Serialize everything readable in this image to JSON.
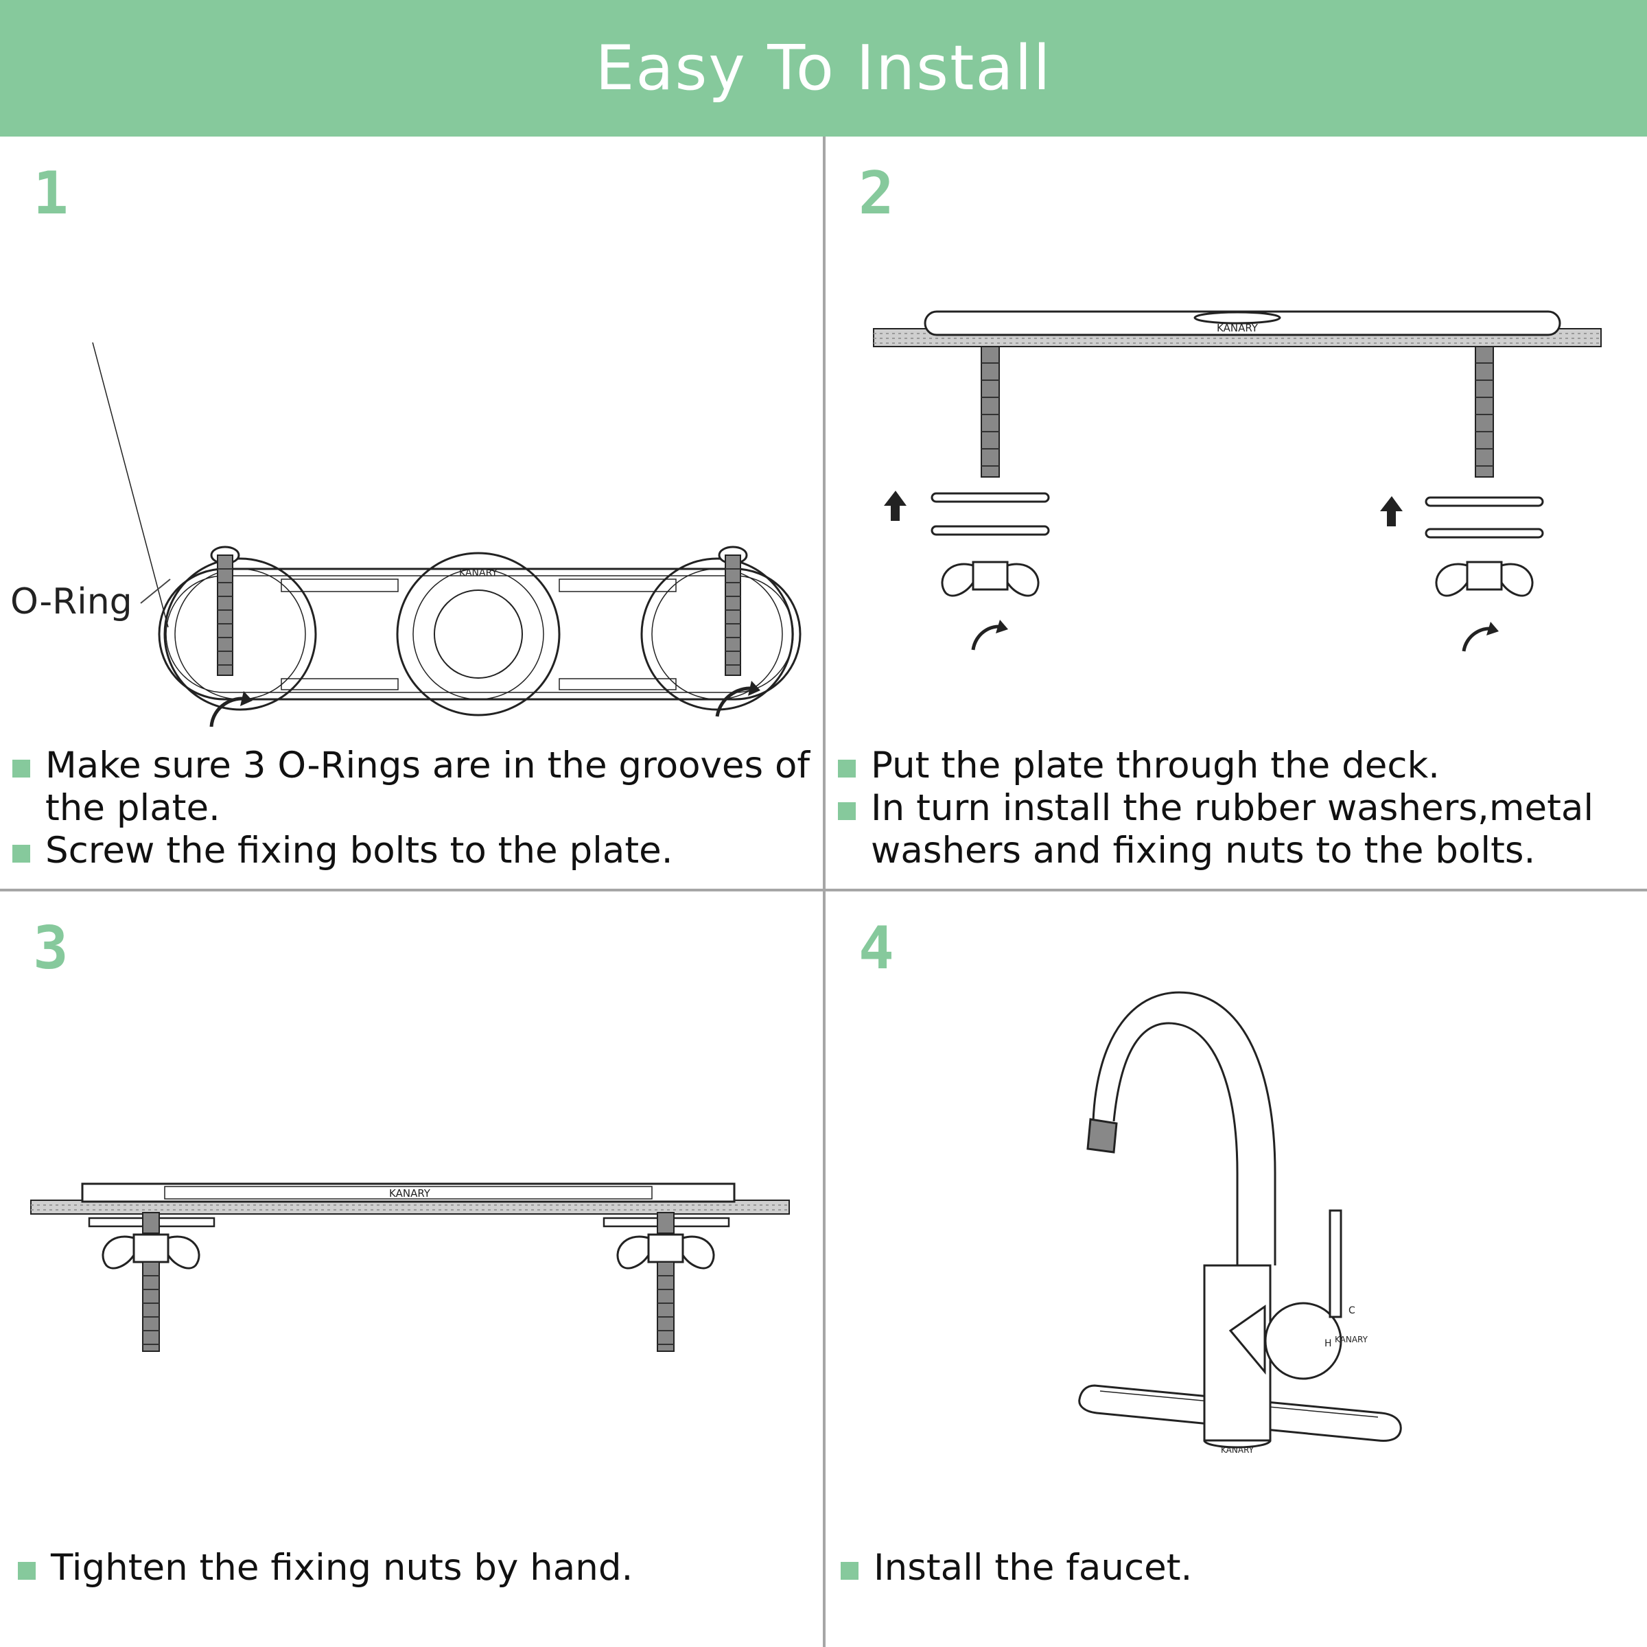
{
  "title": "Easy To Install",
  "colors": {
    "accent": "#86c99c",
    "divider": "#a6a6a6",
    "text": "#111111"
  },
  "brand_label": "KANARY",
  "steps": [
    {
      "number": "1",
      "callout": "O-Ring",
      "bullets": [
        "Make sure 3 O-Rings are in the grooves of the plate.",
        "Screw the fixing bolts to the plate."
      ]
    },
    {
      "number": "2",
      "bullets": [
        "Put the plate through the deck.",
        "In turn install the rubber washers,metal washers and fixing nuts to the bolts."
      ]
    },
    {
      "number": "3",
      "bullets": [
        "Tighten the fixing nuts by hand."
      ]
    },
    {
      "number": "4",
      "handle_labels": {
        "cold": "C",
        "hot": "H"
      },
      "bullets": [
        "Install the faucet."
      ]
    }
  ]
}
